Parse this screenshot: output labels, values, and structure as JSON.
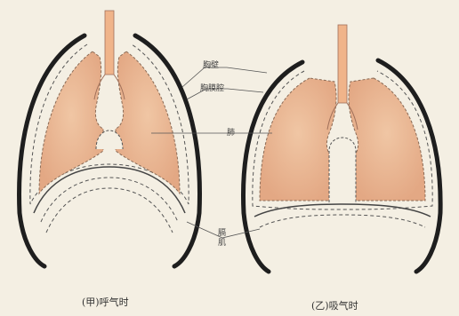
{
  "labels": {
    "chest_wall": "胸壁",
    "pleural_cavity": "胸膜腔",
    "lung": "肺",
    "diaphragm": "膈肌"
  },
  "captions": {
    "left": "(甲)呼气时",
    "right": "(乙)吸气时"
  },
  "colors": {
    "background": "#f4efe3",
    "lung_fill": "#e8b48e",
    "trachea_fill": "#f0b48a",
    "wall_stroke": "#222222",
    "dashed": "#555555"
  }
}
